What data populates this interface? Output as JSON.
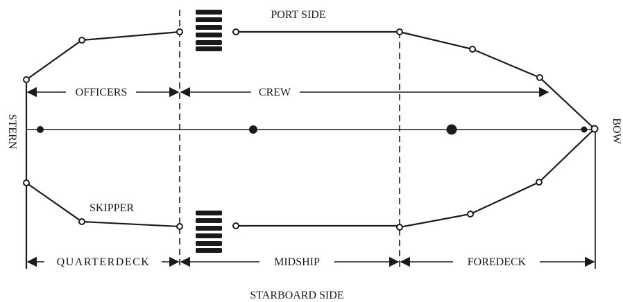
{
  "labels": {
    "port_side": "PORT SIDE",
    "starboard_side": "STARBOARD SIDE",
    "stern": "STERN",
    "bow": "BOW",
    "officers": "OFFICERS",
    "crew": "CREW",
    "skipper": "SKIPPER",
    "quarterdeck": "QUARTERDECK",
    "midship": "MIDSHIP",
    "foredeck": "FOREDECK"
  }
}
